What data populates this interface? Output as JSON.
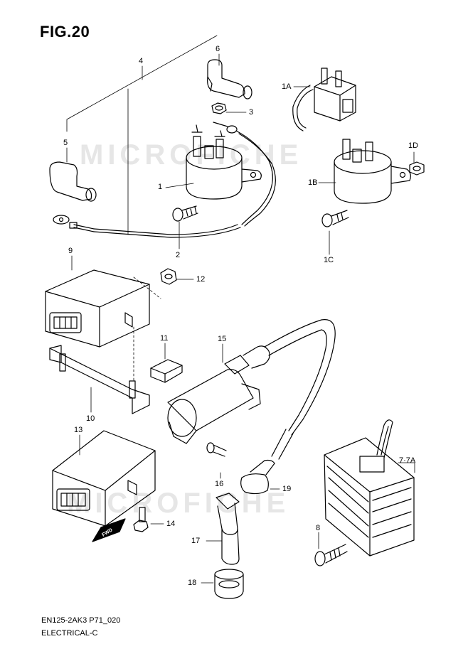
{
  "figure": {
    "title": "FIG.20"
  },
  "watermark": {
    "top": "MICROFICHE",
    "bottom": "MICROFICHE"
  },
  "footer": {
    "code": "EN125-2AK3 P71_020",
    "section": "ELECTRICAL-C"
  },
  "fwd_marker": "FWD",
  "callouts": [
    {
      "id": "1",
      "label": "1"
    },
    {
      "id": "1A",
      "label": "1A"
    },
    {
      "id": "1B",
      "label": "1B"
    },
    {
      "id": "1C",
      "label": "1C"
    },
    {
      "id": "1D",
      "label": "1D"
    },
    {
      "id": "2",
      "label": "2"
    },
    {
      "id": "3",
      "label": "3"
    },
    {
      "id": "4",
      "label": "4"
    },
    {
      "id": "5",
      "label": "5"
    },
    {
      "id": "6",
      "label": "6"
    },
    {
      "id": "7",
      "label": "7·7A"
    },
    {
      "id": "8",
      "label": "8"
    },
    {
      "id": "9",
      "label": "9"
    },
    {
      "id": "10",
      "label": "10"
    },
    {
      "id": "11",
      "label": "11"
    },
    {
      "id": "12",
      "label": "12"
    },
    {
      "id": "13",
      "label": "13"
    },
    {
      "id": "14",
      "label": "14"
    },
    {
      "id": "15",
      "label": "15"
    },
    {
      "id": "16",
      "label": "16"
    },
    {
      "id": "17",
      "label": "17"
    },
    {
      "id": "18",
      "label": "18"
    },
    {
      "id": "19",
      "label": "19"
    }
  ]
}
